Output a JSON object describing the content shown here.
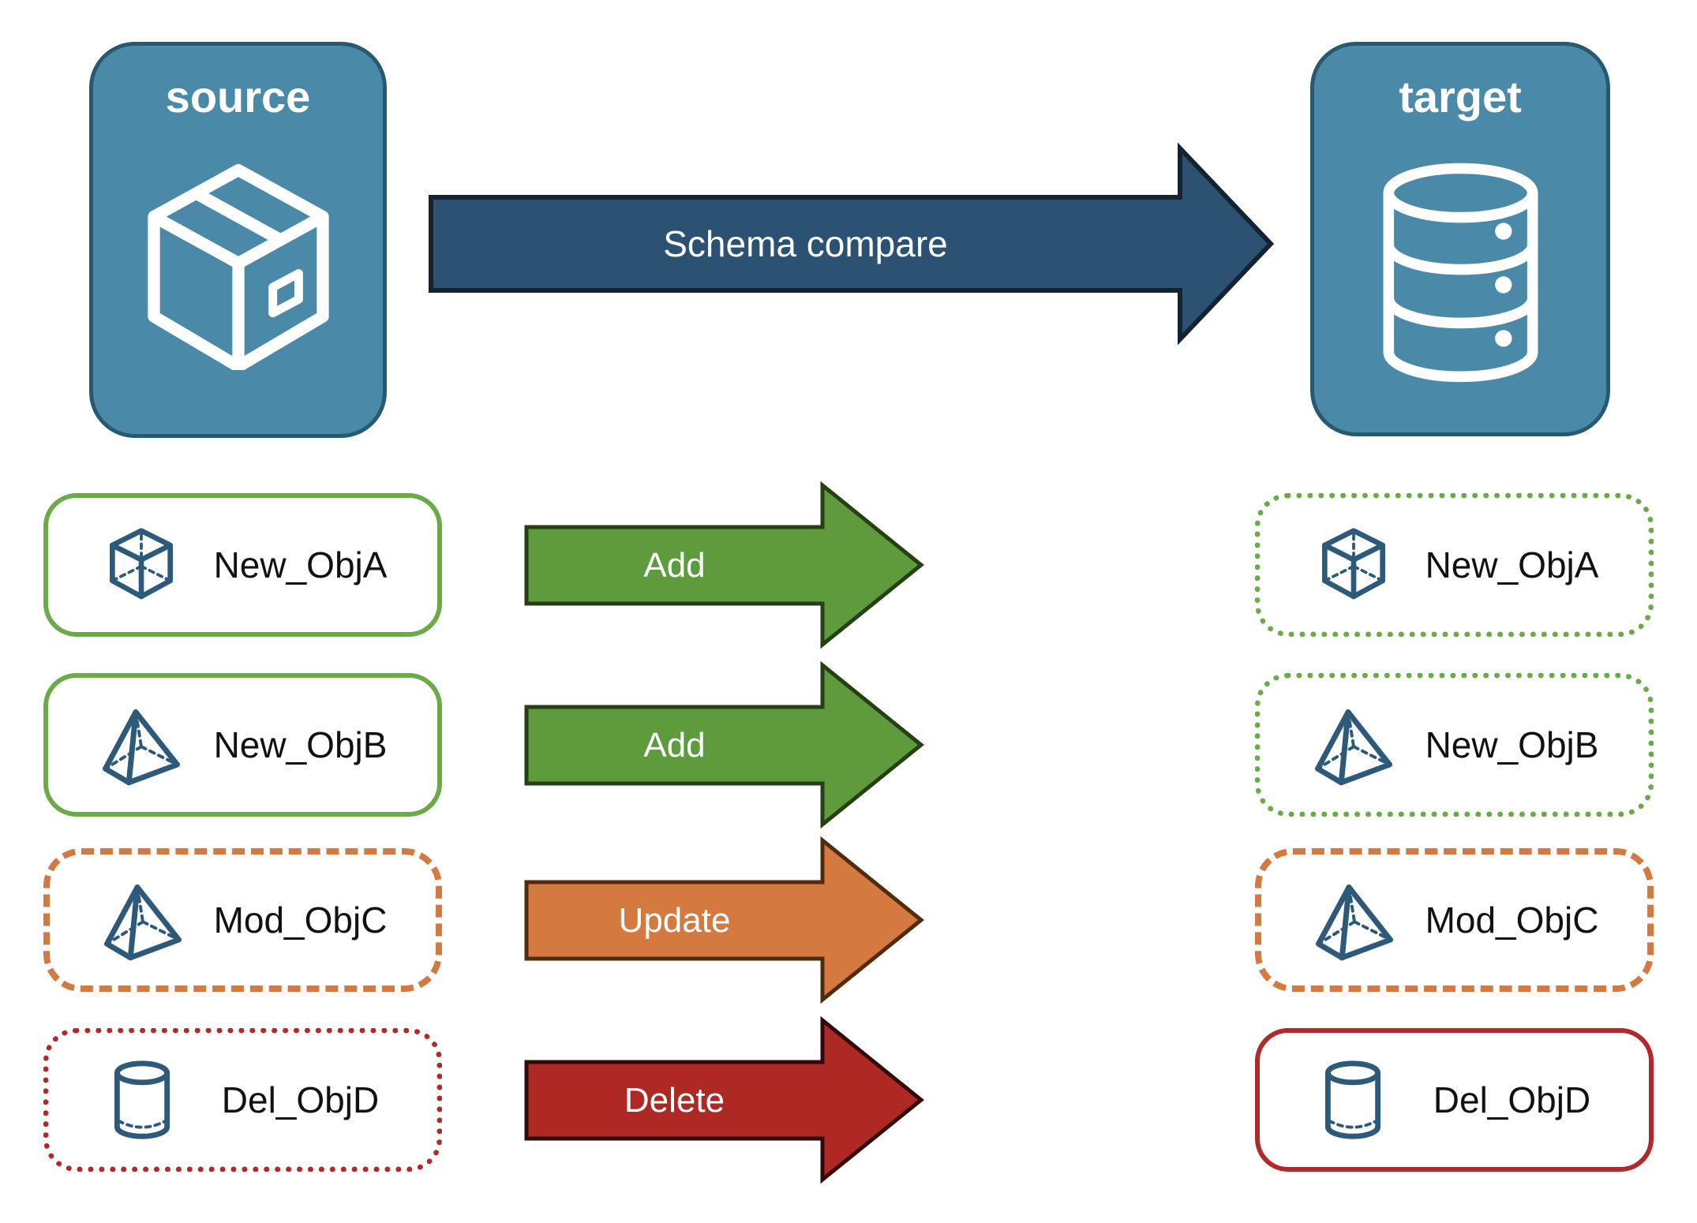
{
  "colors": {
    "canvas_bg": "#ffffff",
    "node_fill": "#4b89a9",
    "node_border": "#27596f",
    "node_text": "#ffffff",
    "icon_stroke": "#2d5a7b",
    "compare_fill": "#2b5272",
    "compare_border": "#15222f",
    "add_fill": "#5d9b3c",
    "add_border": "#263f14",
    "added_border": "#6aaa47",
    "update_fill": "#d4793f",
    "update_border": "#502c0d",
    "delete_fill": "#ae2824",
    "delete_border": "#330a0a",
    "deleted_border": "#b2292b",
    "label_text": "#111111",
    "arrow_text": "#ffffff"
  },
  "source_node": {
    "label": "source",
    "icon": "package-icon"
  },
  "target_node": {
    "label": "target",
    "icon": "database-icon"
  },
  "compare_arrow": {
    "label": "Schema compare"
  },
  "rows": [
    {
      "name": "New_ObjA",
      "icon": "cube-icon",
      "action": "Add",
      "source_border": "solid-green",
      "target_border": "dotted-green"
    },
    {
      "name": "New_ObjB",
      "icon": "pyramid-icon",
      "action": "Add",
      "source_border": "solid-green",
      "target_border": "dotted-green"
    },
    {
      "name": "Mod_ObjC",
      "icon": "pyramid-icon",
      "action": "Update",
      "source_border": "dashed-orange",
      "target_border": "dashed-orange"
    },
    {
      "name": "Del_ObjD",
      "icon": "cylinder-icon",
      "action": "Delete",
      "source_border": "dotted-red",
      "target_border": "solid-red"
    }
  ]
}
